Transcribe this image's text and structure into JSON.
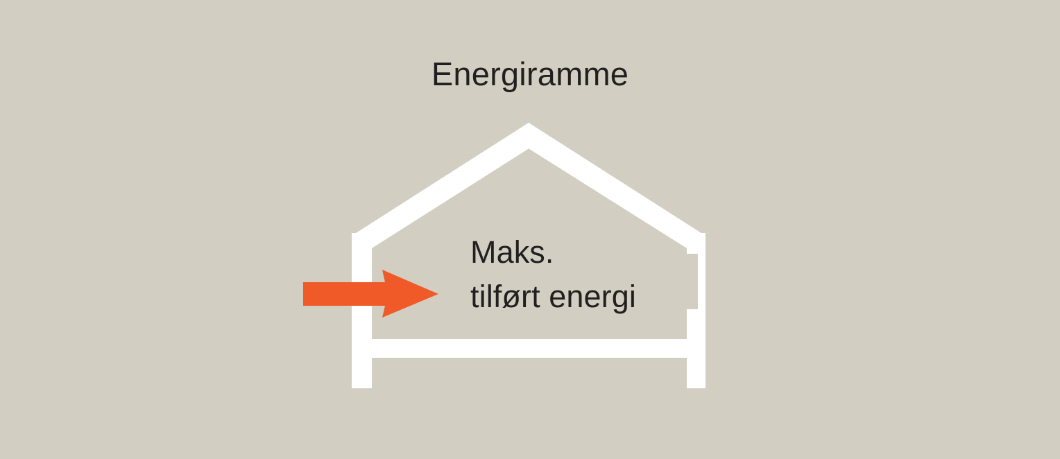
{
  "figure": {
    "title": "Energiramme",
    "background_color": "#d2cfc2",
    "text_color": "#231f20",
    "structure_color": "#ffffff",
    "accent_color": "#ef5a28"
  },
  "house": {
    "name": "house-cross-section",
    "label_lines": [
      "Maks.",
      "tilført energi"
    ],
    "parts": [
      "roof-left-slope",
      "roof-right-slope",
      "left-wall",
      "right-wall",
      "floor-slab"
    ]
  },
  "arrow": {
    "name": "energy-input-arrow",
    "direction": "right",
    "color": "#ef5a28",
    "meaning": "tilført energi"
  }
}
